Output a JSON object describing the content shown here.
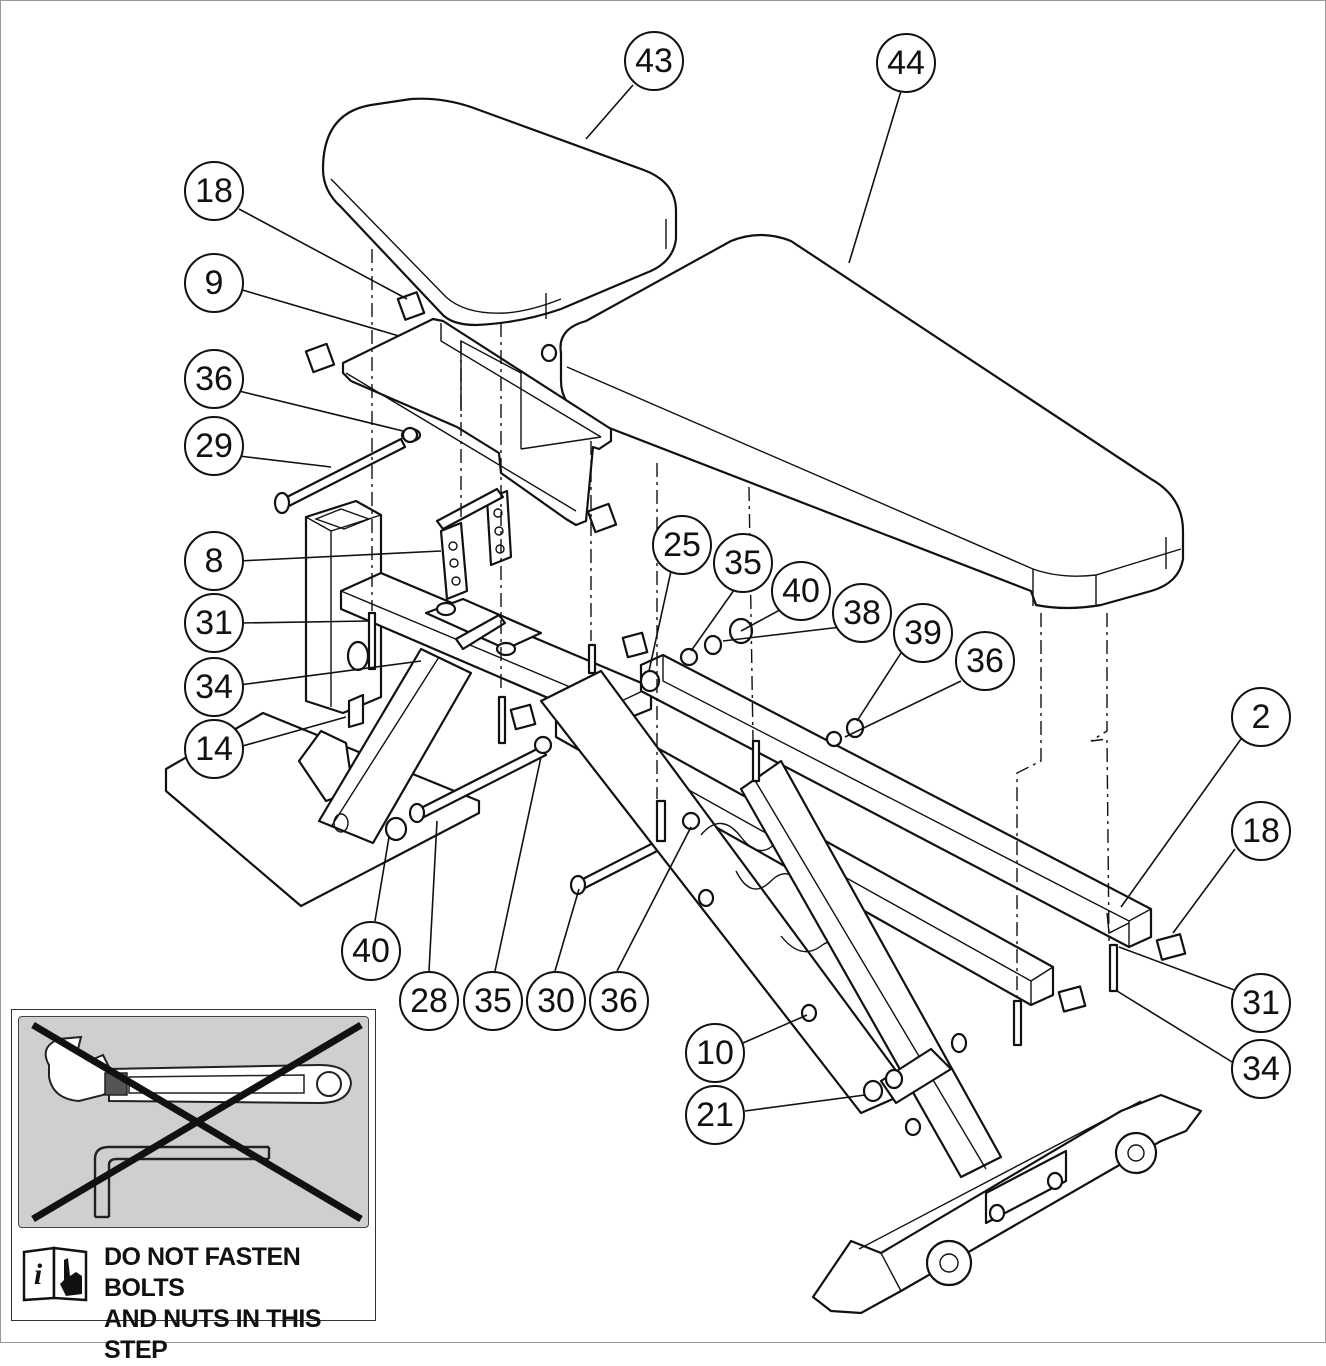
{
  "diagram": {
    "callouts": [
      {
        "id": "c43",
        "label": "43"
      },
      {
        "id": "c44",
        "label": "44"
      },
      {
        "id": "c18a",
        "label": "18"
      },
      {
        "id": "c9",
        "label": "9"
      },
      {
        "id": "c36a",
        "label": "36"
      },
      {
        "id": "c29",
        "label": "29"
      },
      {
        "id": "c8",
        "label": "8"
      },
      {
        "id": "c31a",
        "label": "31"
      },
      {
        "id": "c34a",
        "label": "34"
      },
      {
        "id": "c14",
        "label": "14"
      },
      {
        "id": "c25",
        "label": "25"
      },
      {
        "id": "c35a",
        "label": "35"
      },
      {
        "id": "c40a",
        "label": "40"
      },
      {
        "id": "c38",
        "label": "38"
      },
      {
        "id": "c39",
        "label": "39"
      },
      {
        "id": "c36b",
        "label": "36"
      },
      {
        "id": "c2",
        "label": "2"
      },
      {
        "id": "c18b",
        "label": "18"
      },
      {
        "id": "c40b",
        "label": "40"
      },
      {
        "id": "c28",
        "label": "28"
      },
      {
        "id": "c35b",
        "label": "35"
      },
      {
        "id": "c30",
        "label": "30"
      },
      {
        "id": "c36c",
        "label": "36"
      },
      {
        "id": "c31b",
        "label": "31"
      },
      {
        "id": "c10",
        "label": "10"
      },
      {
        "id": "c34b",
        "label": "34"
      },
      {
        "id": "c21",
        "label": "21"
      }
    ]
  },
  "warning": {
    "line1": "DO NOT FASTEN BOLTS",
    "line2": "AND NUTS IN THIS STEP",
    "icon": "info-manual-hand-icon",
    "graphic_icons": [
      "wrench-icon",
      "allen-key-icon",
      "cross-out-icon"
    ]
  },
  "colors": {
    "line": "#111111",
    "panel_bg": "#cfcfcf"
  }
}
